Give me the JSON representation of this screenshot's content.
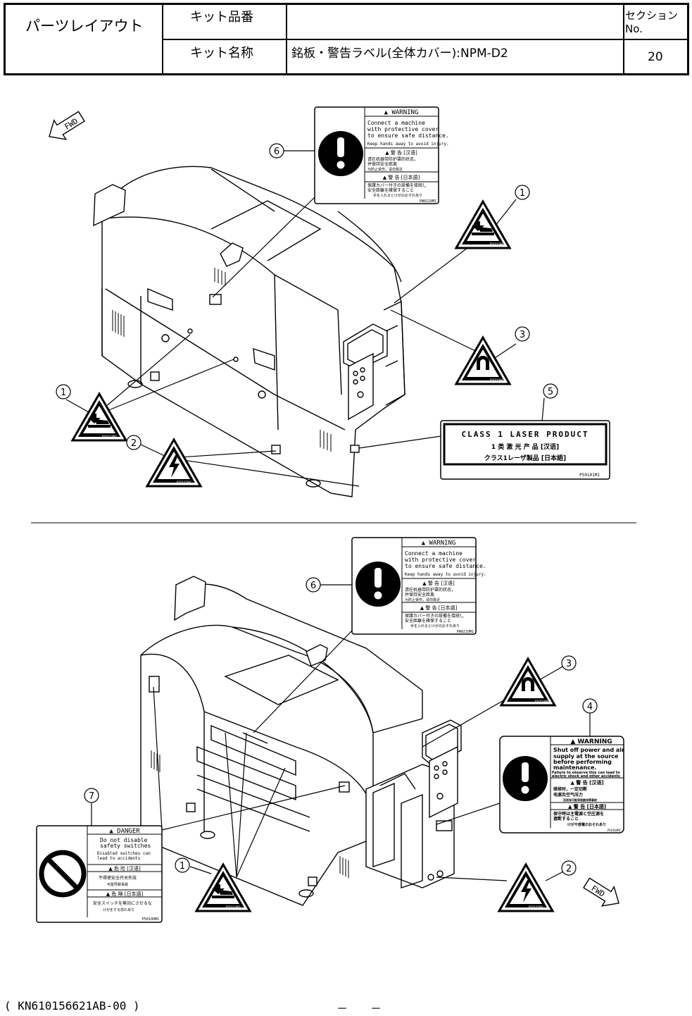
{
  "header": {
    "layout_title": "パーツレイアウト",
    "kit_number_label": "キット品番",
    "kit_number_value": "",
    "section_label": "セクションNo.",
    "kit_name_label": "キット名称",
    "kit_name_value": "銘板・警告ラベル(全体カバー):NPM-D2",
    "section_value": "20"
  },
  "fwd_label": "FWD",
  "callouts": {
    "c1": "1",
    "c2": "2",
    "c3": "3",
    "c4": "4",
    "c5": "5",
    "c6": "6",
    "c7": "7"
  },
  "labels": {
    "warning6": {
      "head": "▲ WARNING",
      "line1": "Connect a machine",
      "line2": "with protective cover",
      "line3": "to ensure safe distance.",
      "line4": "Keep hands away to avoid injury.",
      "cn_head": "▲ 警 告 [汉语]",
      "cn_line1": "请在机器带防护罩的状态，",
      "cn_line2": "并保持安全距离",
      "cn_line3": "为防止受伤，请勿靠近",
      "jp_head": "▲ 警 告 [日本語]",
      "jp_line1": "保護カバー付きの設備を接続し",
      "jp_line2": "安全距離を確保すること",
      "jp_line3": "手を入れるとけがのおそれあり",
      "code": "PW0210M1"
    },
    "laser5": {
      "line1": "CLASS 1 LASER PRODUCT",
      "line2": "1 类 激 光 产 品 [汉语]",
      "line3": "クラス1レーザ製品 [日本語]",
      "code": "P50101M1"
    },
    "warning4": {
      "head": "▲ WARNING",
      "line1": "Shut off power and air",
      "line2": "supply at the source",
      "line3": "before performing",
      "line4": "maintenance.",
      "line5": "Failure to observe this can lead to",
      "line6": "electric shock and other accidents",
      "cn_head": "▲ 警 告 [汉语]",
      "cn_line1": "维修时，一定切断",
      "cn_line2": "电源及空气压力",
      "cn_line3": "否则有可能导致触电等事故",
      "jp_head": "▲ 警 告 [日本語]",
      "jp_line1": "保守時は主電源と空圧源を",
      "jp_line2": "遮断すること",
      "jp_line3": "けがや感電のおそれあり",
      "code": "P50104M1"
    },
    "danger7": {
      "head": "▲ DANGER",
      "line1": "Do not disable",
      "line2": "safety switches",
      "line3": "Disabled switches can",
      "line4": "lead to accidents",
      "cn_head": "▲ 危 险 [汉语]",
      "cn_line1": "不得使安全开关失效",
      "cn_line2": "可能导致事故",
      "jp_head": "▲ 危 険 [日本語]",
      "jp_line1": "安全スイッチを無効にさせるな",
      "jp_line2": "けがをする恐れあり",
      "code": "P50100M1"
    },
    "pinch1_code": "P50103M1",
    "shock2_code": "P50105M1",
    "magnet3_code": "P50106M1"
  },
  "footer": {
    "doc_code": "( KN610156621AB-00 )",
    "page": "－　　－"
  }
}
